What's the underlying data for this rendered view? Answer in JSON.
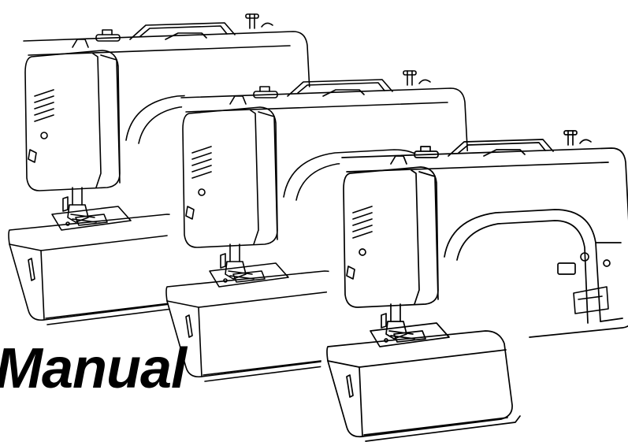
{
  "cover": {
    "title_word": "Manual"
  },
  "colors": {
    "ink": "#000000",
    "paper": "#ffffff"
  },
  "illustration": {
    "subject": "sewing-machine-line-drawing",
    "count": 3
  }
}
